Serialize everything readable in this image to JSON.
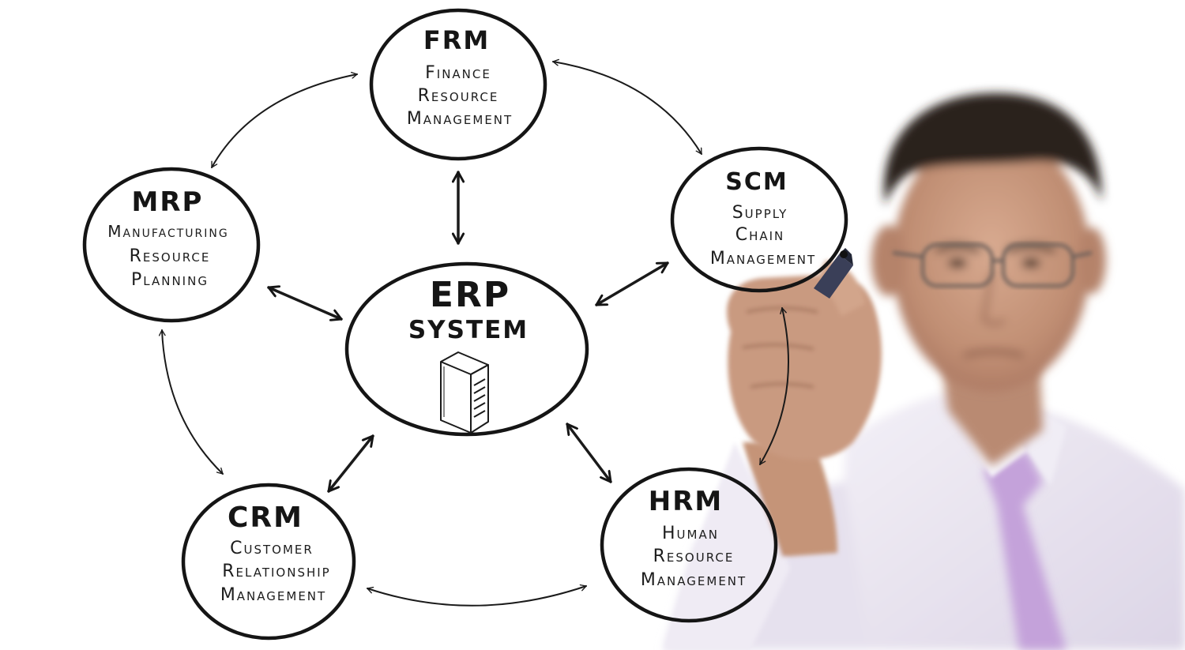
{
  "center": {
    "abbr": "ERP",
    "name": "SYSTEM",
    "icon": "server-tower-icon"
  },
  "nodes": {
    "frm": {
      "abbr": "FRM",
      "lines": [
        "Finance",
        "Resource",
        "Management"
      ]
    },
    "scm": {
      "abbr": "SCM",
      "lines": [
        "Supply",
        "Chain",
        "Management"
      ]
    },
    "mrp": {
      "abbr": "MRP",
      "lines": [
        "Manufacturing",
        "Resource",
        "Planning"
      ]
    },
    "crm": {
      "abbr": "CRM",
      "lines": [
        "Customer",
        "Relationship",
        "Management"
      ]
    },
    "hrm": {
      "abbr": "HRM",
      "lines": [
        "Human",
        "Resource",
        "Management"
      ]
    }
  },
  "photo": {
    "subject": "man-drawing-with-marker",
    "icons": [
      "marker-pen-icon",
      "glasses-icon",
      "tie-icon"
    ]
  },
  "colors": {
    "ink": "#151515",
    "skin": "#c99a80",
    "shirt": "#ece8f2",
    "tie": "#c8a6dc",
    "hair": "#2b211c"
  }
}
